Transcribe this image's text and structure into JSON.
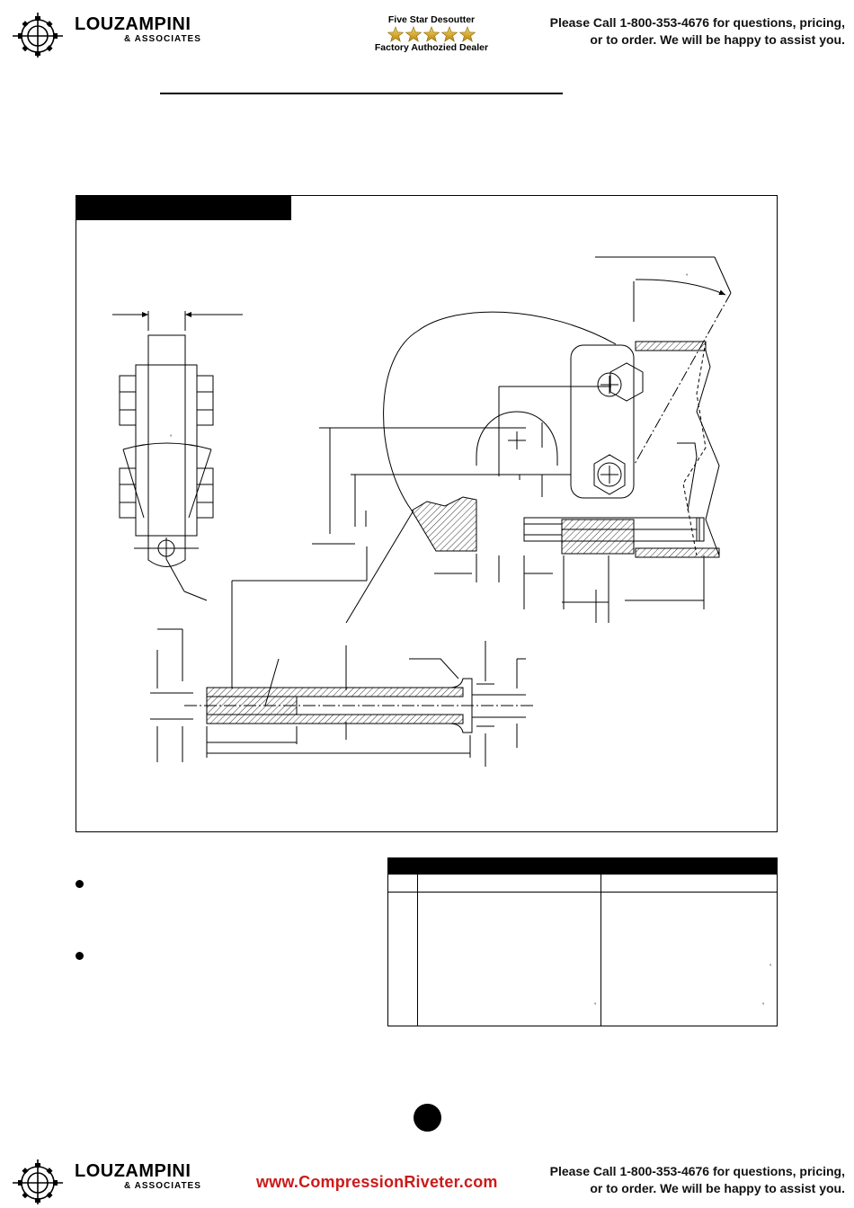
{
  "header": {
    "logo_name": "LOUZAMPINI",
    "logo_sub": "& ASSOCIATES",
    "dealer_line1": "Five Star Desoutter",
    "dealer_line2": "Factory Authozied Dealer",
    "star_count": 5,
    "call_prefix": "Please Call ",
    "call_phone": "1-800-353-4676",
    "call_suffix": " for questions, pricing,",
    "call_line2": "or to order. We will be happy to assist you."
  },
  "drawing": {
    "degree_marks": [
      "°",
      "°"
    ]
  },
  "spec_table": {
    "degree_marks": [
      "°",
      "°",
      "°"
    ]
  },
  "footer": {
    "logo_name": "LOUZAMPINI",
    "logo_sub": "& ASSOCIATES",
    "url": "www.CompressionRiveter.com",
    "call_prefix": "Please Call ",
    "call_phone": "1-800-353-4676",
    "call_suffix": " for questions, pricing,",
    "call_line2": "or to order. We will be happy to assist you."
  },
  "colors": {
    "url_red": "#cc1a1a",
    "star_gold": "#d4a017",
    "ink": "#000000"
  }
}
